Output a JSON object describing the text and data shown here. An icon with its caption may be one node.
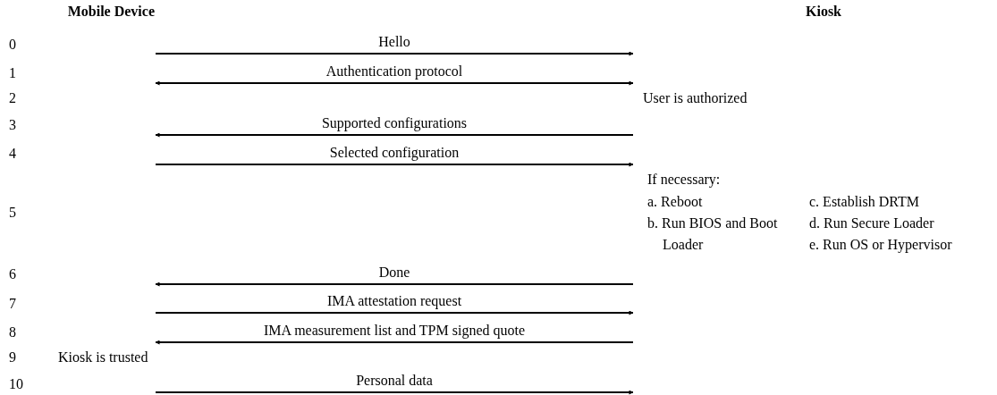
{
  "diagram": {
    "nodes": [
      {
        "text": [
          "Mobile Device"
        ]
      },
      {
        "text": [
          "Kiosk"
        ]
      }
    ],
    "edges": [
      {
        "from": 0,
        "to": 1,
        "arrow": "to",
        "label": "Hello"
      },
      {
        "from": 0,
        "to": 1,
        "arrow": "both",
        "label": "Authentication protocol"
      },
      {
        "from": 1,
        "to": 0,
        "arrow": "to",
        "label": "Supported configurations"
      },
      {
        "from": 0,
        "to": 1,
        "arrow": "to",
        "label": "Selected configuration"
      },
      {
        "from": 1,
        "to": 0,
        "arrow": "to",
        "label": "Done"
      },
      {
        "from": 0,
        "to": 1,
        "arrow": "to",
        "label": "IMA attestation request"
      },
      {
        "from": 1,
        "to": 0,
        "arrow": "to",
        "label": "IMA measurement list and TPM signed quote"
      },
      {
        "from": 0,
        "to": 1,
        "arrow": "to",
        "label": "Personal data"
      }
    ],
    "labels": [
      "0",
      "1",
      "2",
      "User is authorized",
      "3",
      "4",
      "If necessary:",
      "a. Reboot",
      "c. Establish DRTM",
      "5",
      "b. Run BIOS and Boot Loader",
      "d. Run Secure Loader",
      "e. Run OS or Hypervisor",
      "6",
      "7",
      "8",
      "9",
      "Kiosk is trusted",
      "10"
    ]
  }
}
